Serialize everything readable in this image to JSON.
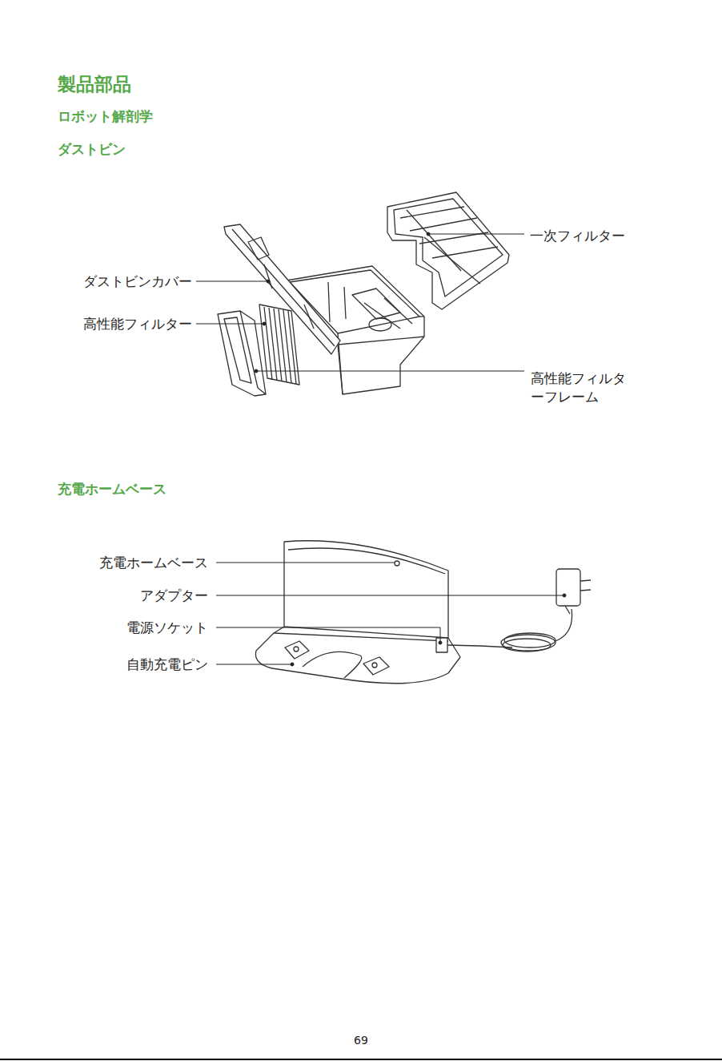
{
  "diagram": {
    "title": "製品部品",
    "labels": [
      "ロボット解剖学",
      "ダストビン",
      "一次フィルター",
      "ダストビンカバー",
      "高性能フィルター",
      "高性能フィルタ ーフレーム",
      "充電ホームベース",
      "充電ホームベース",
      "アダプター",
      "電源ソケット",
      "自動充電ピン",
      "69"
    ]
  }
}
